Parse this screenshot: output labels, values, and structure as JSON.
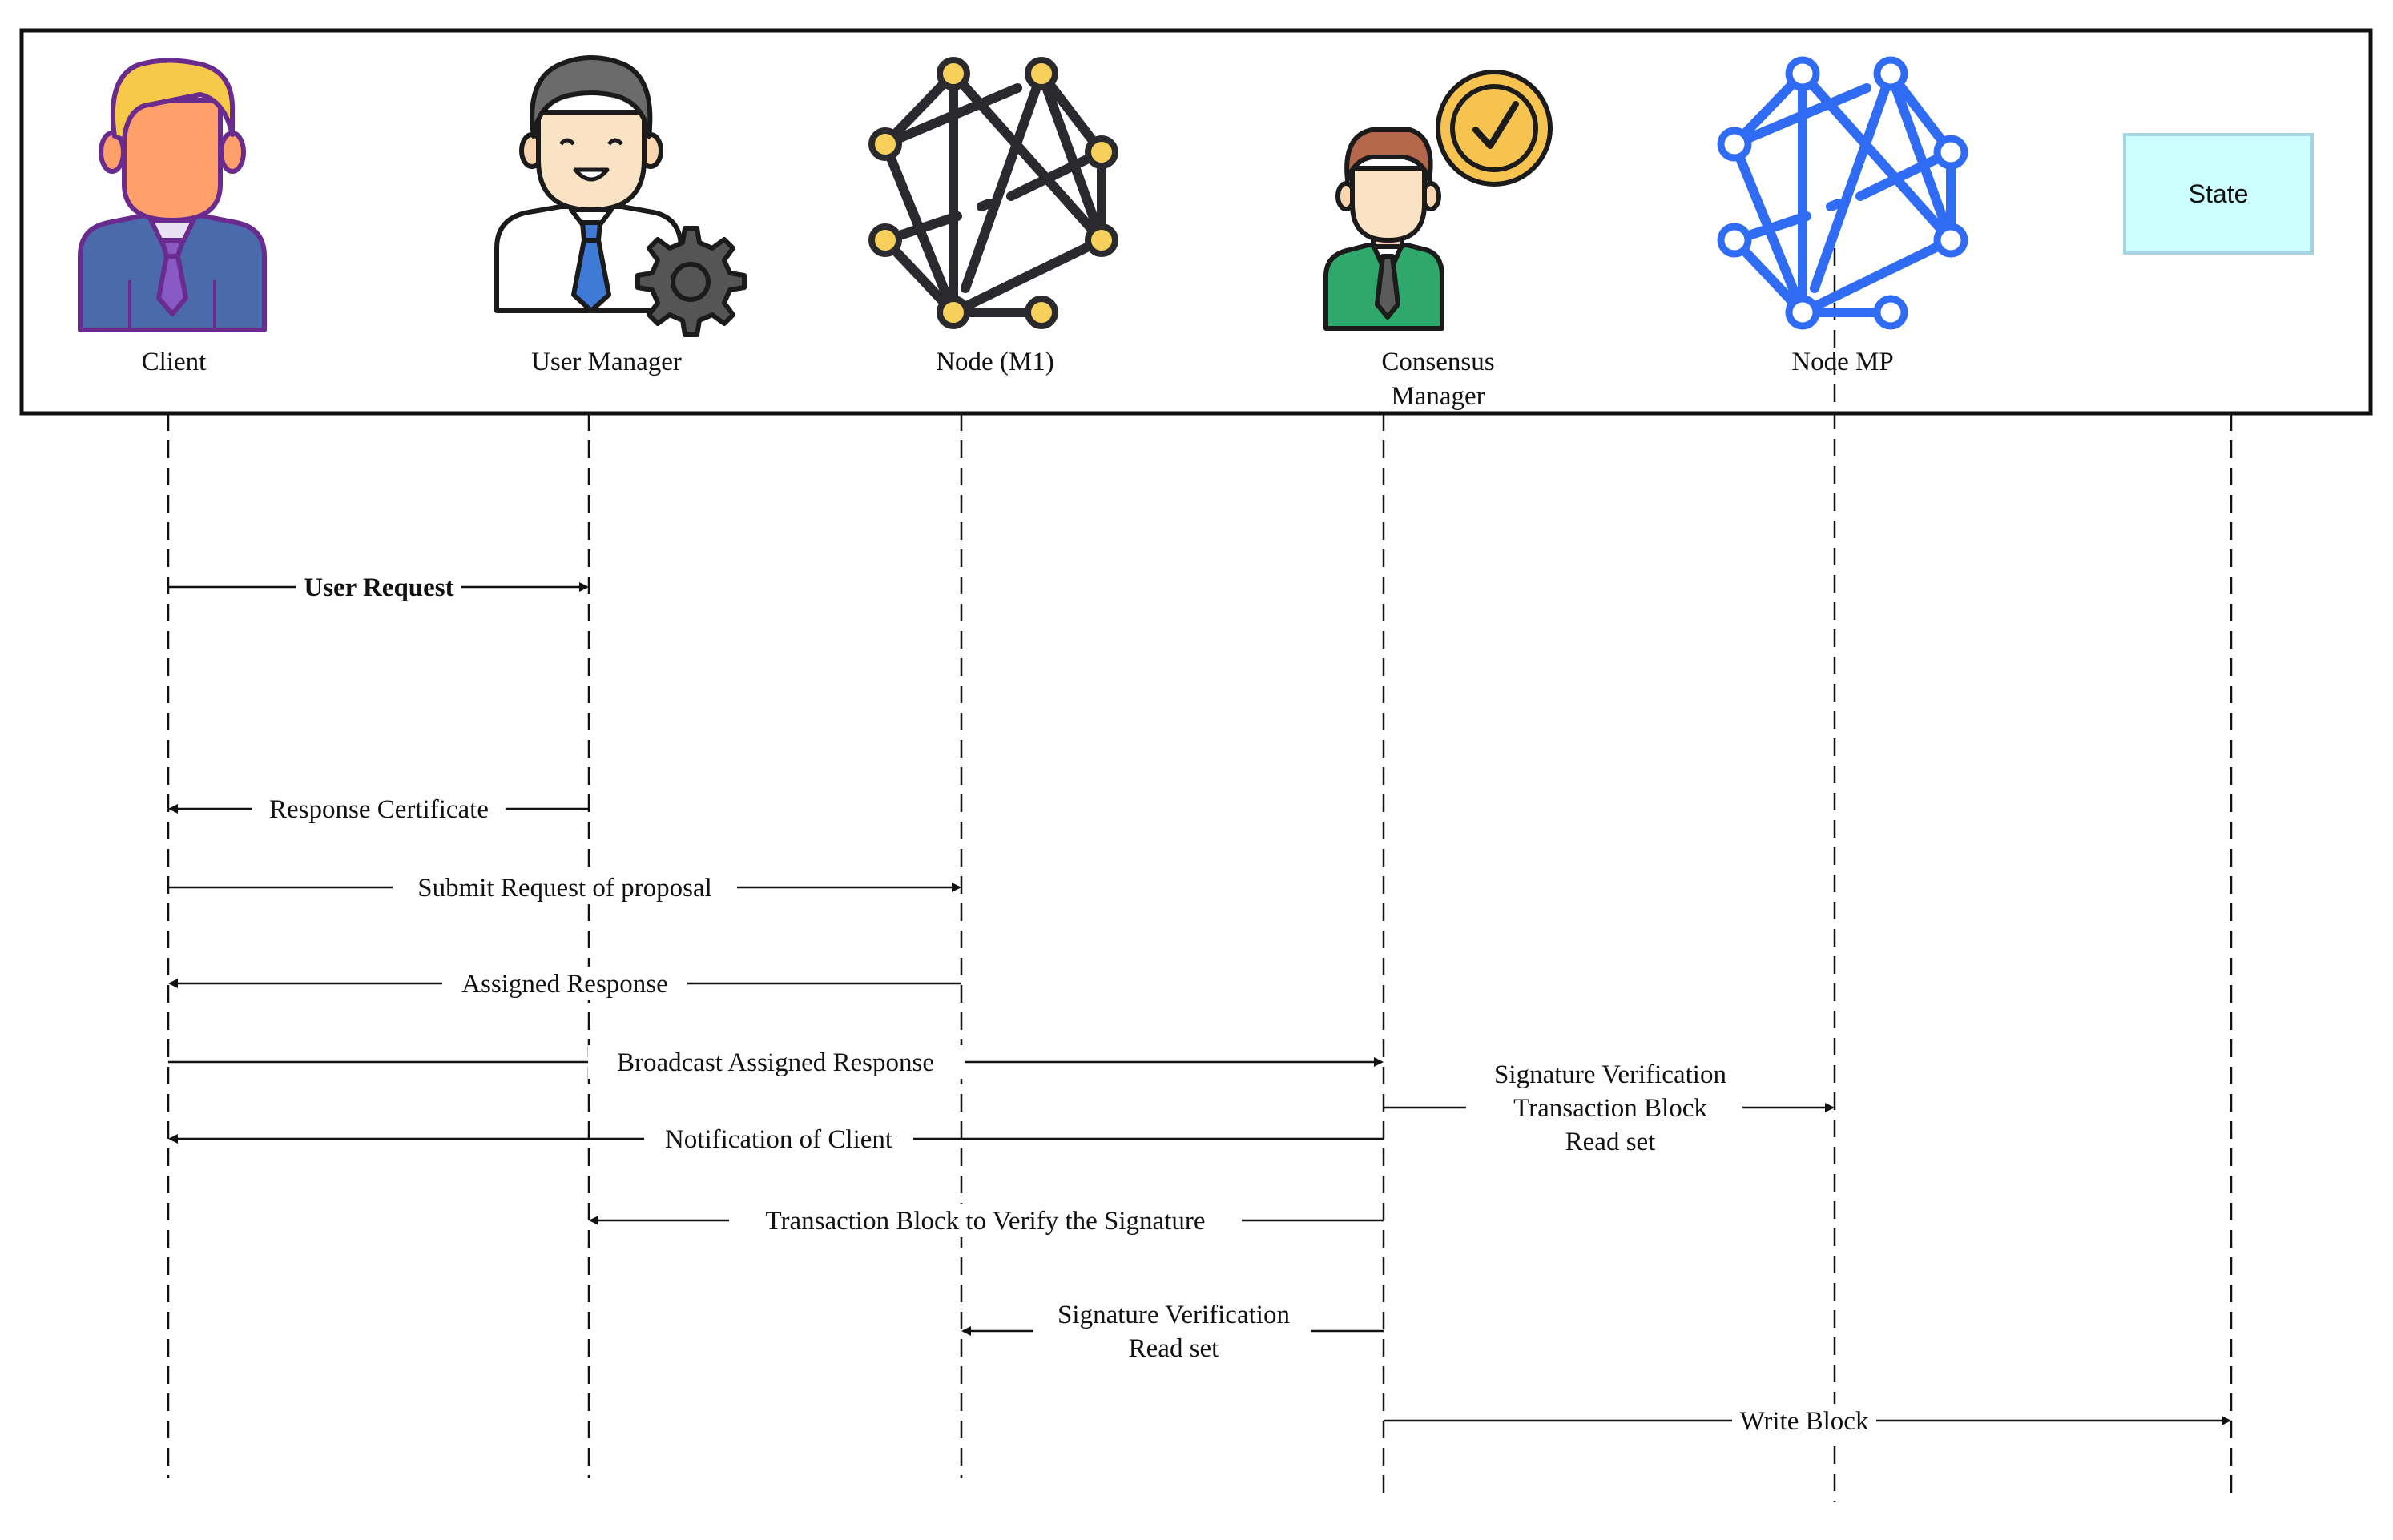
{
  "actors": [
    {
      "id": "client",
      "label": "Client",
      "icon": "client-person-icon"
    },
    {
      "id": "user-manager",
      "label": "User Manager",
      "icon": "manager-gear-icon"
    },
    {
      "id": "node-m1",
      "label": "Node (M1)",
      "icon": "network-node-icon"
    },
    {
      "id": "consensus-manager",
      "label_lines": [
        "Consensus",
        "Manager"
      ],
      "icon": "consensus-check-icon"
    },
    {
      "id": "node-mp",
      "label": "Node MP",
      "icon": "network-node-blue-icon"
    },
    {
      "id": "state",
      "label": "State"
    }
  ],
  "messages": [
    {
      "id": "user-request",
      "from": "client",
      "to": "user-manager",
      "lines": [
        "User Request"
      ],
      "bold": true
    },
    {
      "id": "response-certificate",
      "from": "user-manager",
      "to": "client",
      "lines": [
        "Response Certificate"
      ]
    },
    {
      "id": "submit-request",
      "from": "client",
      "to": "node-m1",
      "lines": [
        "Submit Request of proposal"
      ]
    },
    {
      "id": "assigned-response",
      "from": "node-m1",
      "to": "client",
      "lines": [
        "Assigned Response"
      ]
    },
    {
      "id": "broadcast-assigned-response",
      "from": "client",
      "to": "consensus-manager",
      "lines": [
        "Broadcast Assigned Response"
      ]
    },
    {
      "id": "signature-verification-mp",
      "from": "consensus-manager",
      "to": "node-mp",
      "lines": [
        "Signature Verification",
        "Transaction Block",
        "Read set"
      ]
    },
    {
      "id": "notification-of-client",
      "from": "consensus-manager",
      "to": "client",
      "lines": [
        "Notification of Client"
      ]
    },
    {
      "id": "transaction-block-verify",
      "from": "consensus-manager",
      "to": "user-manager",
      "lines": [
        "Transaction Block to Verify the Signature"
      ]
    },
    {
      "id": "signature-verification-m1",
      "from": "consensus-manager",
      "to": "node-m1",
      "lines": [
        "Signature Verification",
        "Read set"
      ]
    },
    {
      "id": "write-block",
      "from": "consensus-manager",
      "to": "state",
      "lines": [
        "Write Block"
      ]
    }
  ],
  "colors": {
    "line": "#111111",
    "state_fill": "#ccffff",
    "state_stroke": "#a6d4e0",
    "node_yellow": "#f6d05b",
    "node_blue": "#2f6bf3",
    "client_hair": "#f7c948",
    "client_face": "#ff9f6a",
    "client_suit": "#4a6aab",
    "client_outline": "#6a2b8f",
    "consensus_coin": "#f6c250",
    "consensus_suit": "#2fa86b"
  }
}
